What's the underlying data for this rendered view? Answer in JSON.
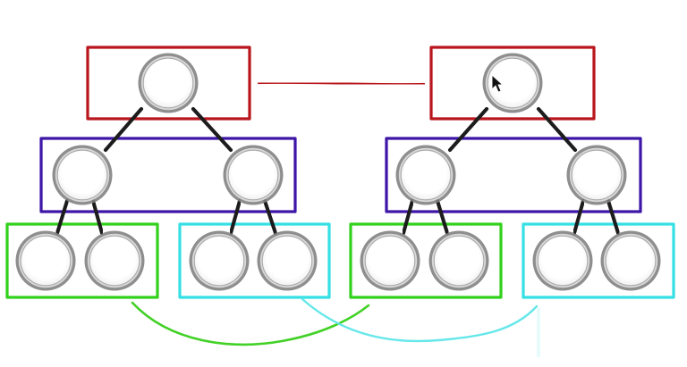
{
  "diagram": {
    "node_style": {
      "outer": "#7f7f7f",
      "inner": "#d8d8d8",
      "fill": "#ffffff",
      "edge": "#1c1c1c"
    },
    "levels": [
      {
        "name": "root-level",
        "color": "#b8151c",
        "link_color": "#b8151c"
      },
      {
        "name": "middle-level",
        "color": "#3d19a8",
        "link_color": "#3d19a8"
      },
      {
        "name": "leaf-level",
        "group_colors": [
          "#33d11f",
          "#35e0e4",
          "#33d11f",
          "#35e0e4"
        ],
        "match_link_colors": [
          "#43d127",
          "#66e7ea"
        ]
      }
    ],
    "trees": [
      {
        "name": "left-tree",
        "root": "node",
        "children": [
          "node",
          "node"
        ],
        "grandchildren": [
          [
            "node",
            "node"
          ],
          [
            "node",
            "node"
          ]
        ]
      },
      {
        "name": "right-tree",
        "root": "node",
        "children": [
          "node",
          "node"
        ],
        "grandchildren": [
          [
            "node",
            "node"
          ],
          [
            "node",
            "node"
          ]
        ]
      }
    ],
    "cursor": {
      "visible": true,
      "icon": "mouse-pointer-icon"
    }
  }
}
